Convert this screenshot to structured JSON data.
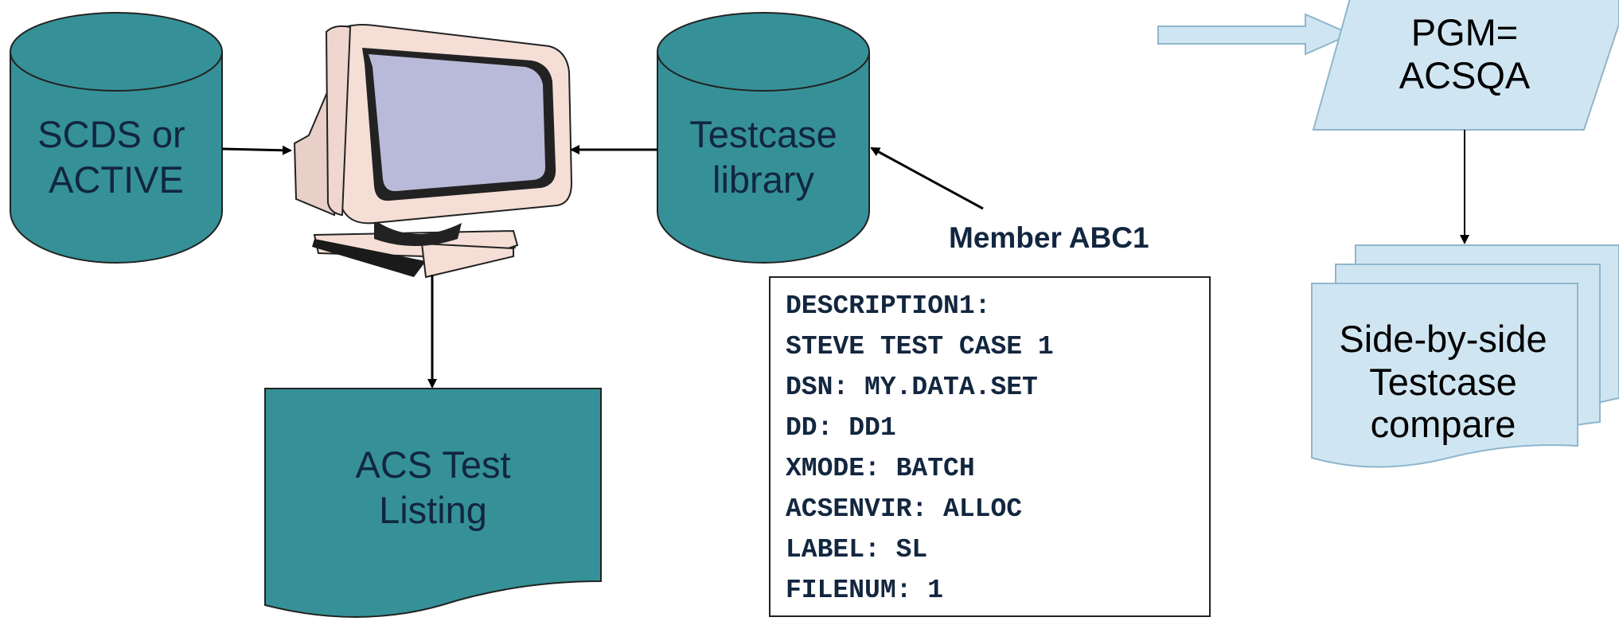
{
  "nodes": {
    "scds": [
      "SCDS or",
      "ACTIVE"
    ],
    "testcase_library": [
      "Testcase",
      "library"
    ],
    "acs_listing": [
      "ACS Test",
      "Listing"
    ],
    "pgm": [
      "PGM=",
      "ACSQA"
    ],
    "compare": [
      "Side-by-side",
      "Testcase",
      "compare"
    ]
  },
  "member": {
    "label": "Member ABC1",
    "lines": [
      "DESCRIPTION1:",
      "STEVE TEST CASE 1",
      "DSN: MY.DATA.SET",
      "DD: DD1",
      "XMODE: BATCH",
      "ACSENVIR: ALLOC",
      "LABEL: SL",
      "FILENUM: 1"
    ]
  },
  "colors": {
    "teal_fill": "#359197",
    "light_blue_fill": "#cfe6f2",
    "text_dark": "#12263f",
    "monitor_body": "#f5ded6",
    "monitor_screen": "#b9b9d9"
  },
  "icons": {
    "computer": "monitor-icon"
  }
}
